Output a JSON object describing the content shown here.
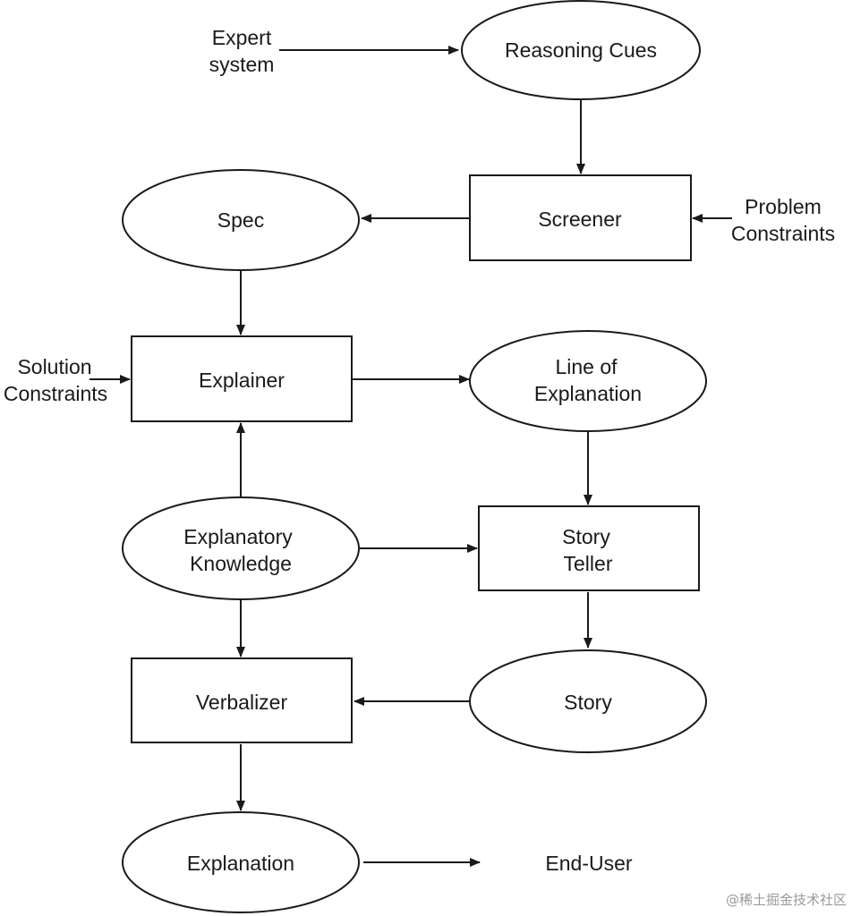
{
  "nodes": {
    "reasoning_cues": [
      "Reasoning Cues"
    ],
    "screener": [
      "Screener"
    ],
    "spec": [
      "Spec"
    ],
    "explainer": [
      "Explainer"
    ],
    "line_of_explanation": [
      "Line of",
      "Explanation"
    ],
    "explanatory_knowledge": [
      "Explanatory",
      "Knowledge"
    ],
    "story_teller": [
      "Story",
      "Teller"
    ],
    "verbalizer": [
      "Verbalizer"
    ],
    "story": [
      "Story"
    ],
    "explanation": [
      "Explanation"
    ]
  },
  "external_labels": {
    "expert_system": [
      "Expert",
      "system"
    ],
    "problem_constraints": [
      "Problem",
      "Constraints"
    ],
    "solution_constraints": [
      "Solution",
      "Constraints"
    ],
    "end_user": [
      "End-User"
    ]
  },
  "watermark": "@稀土掘金技术社区"
}
